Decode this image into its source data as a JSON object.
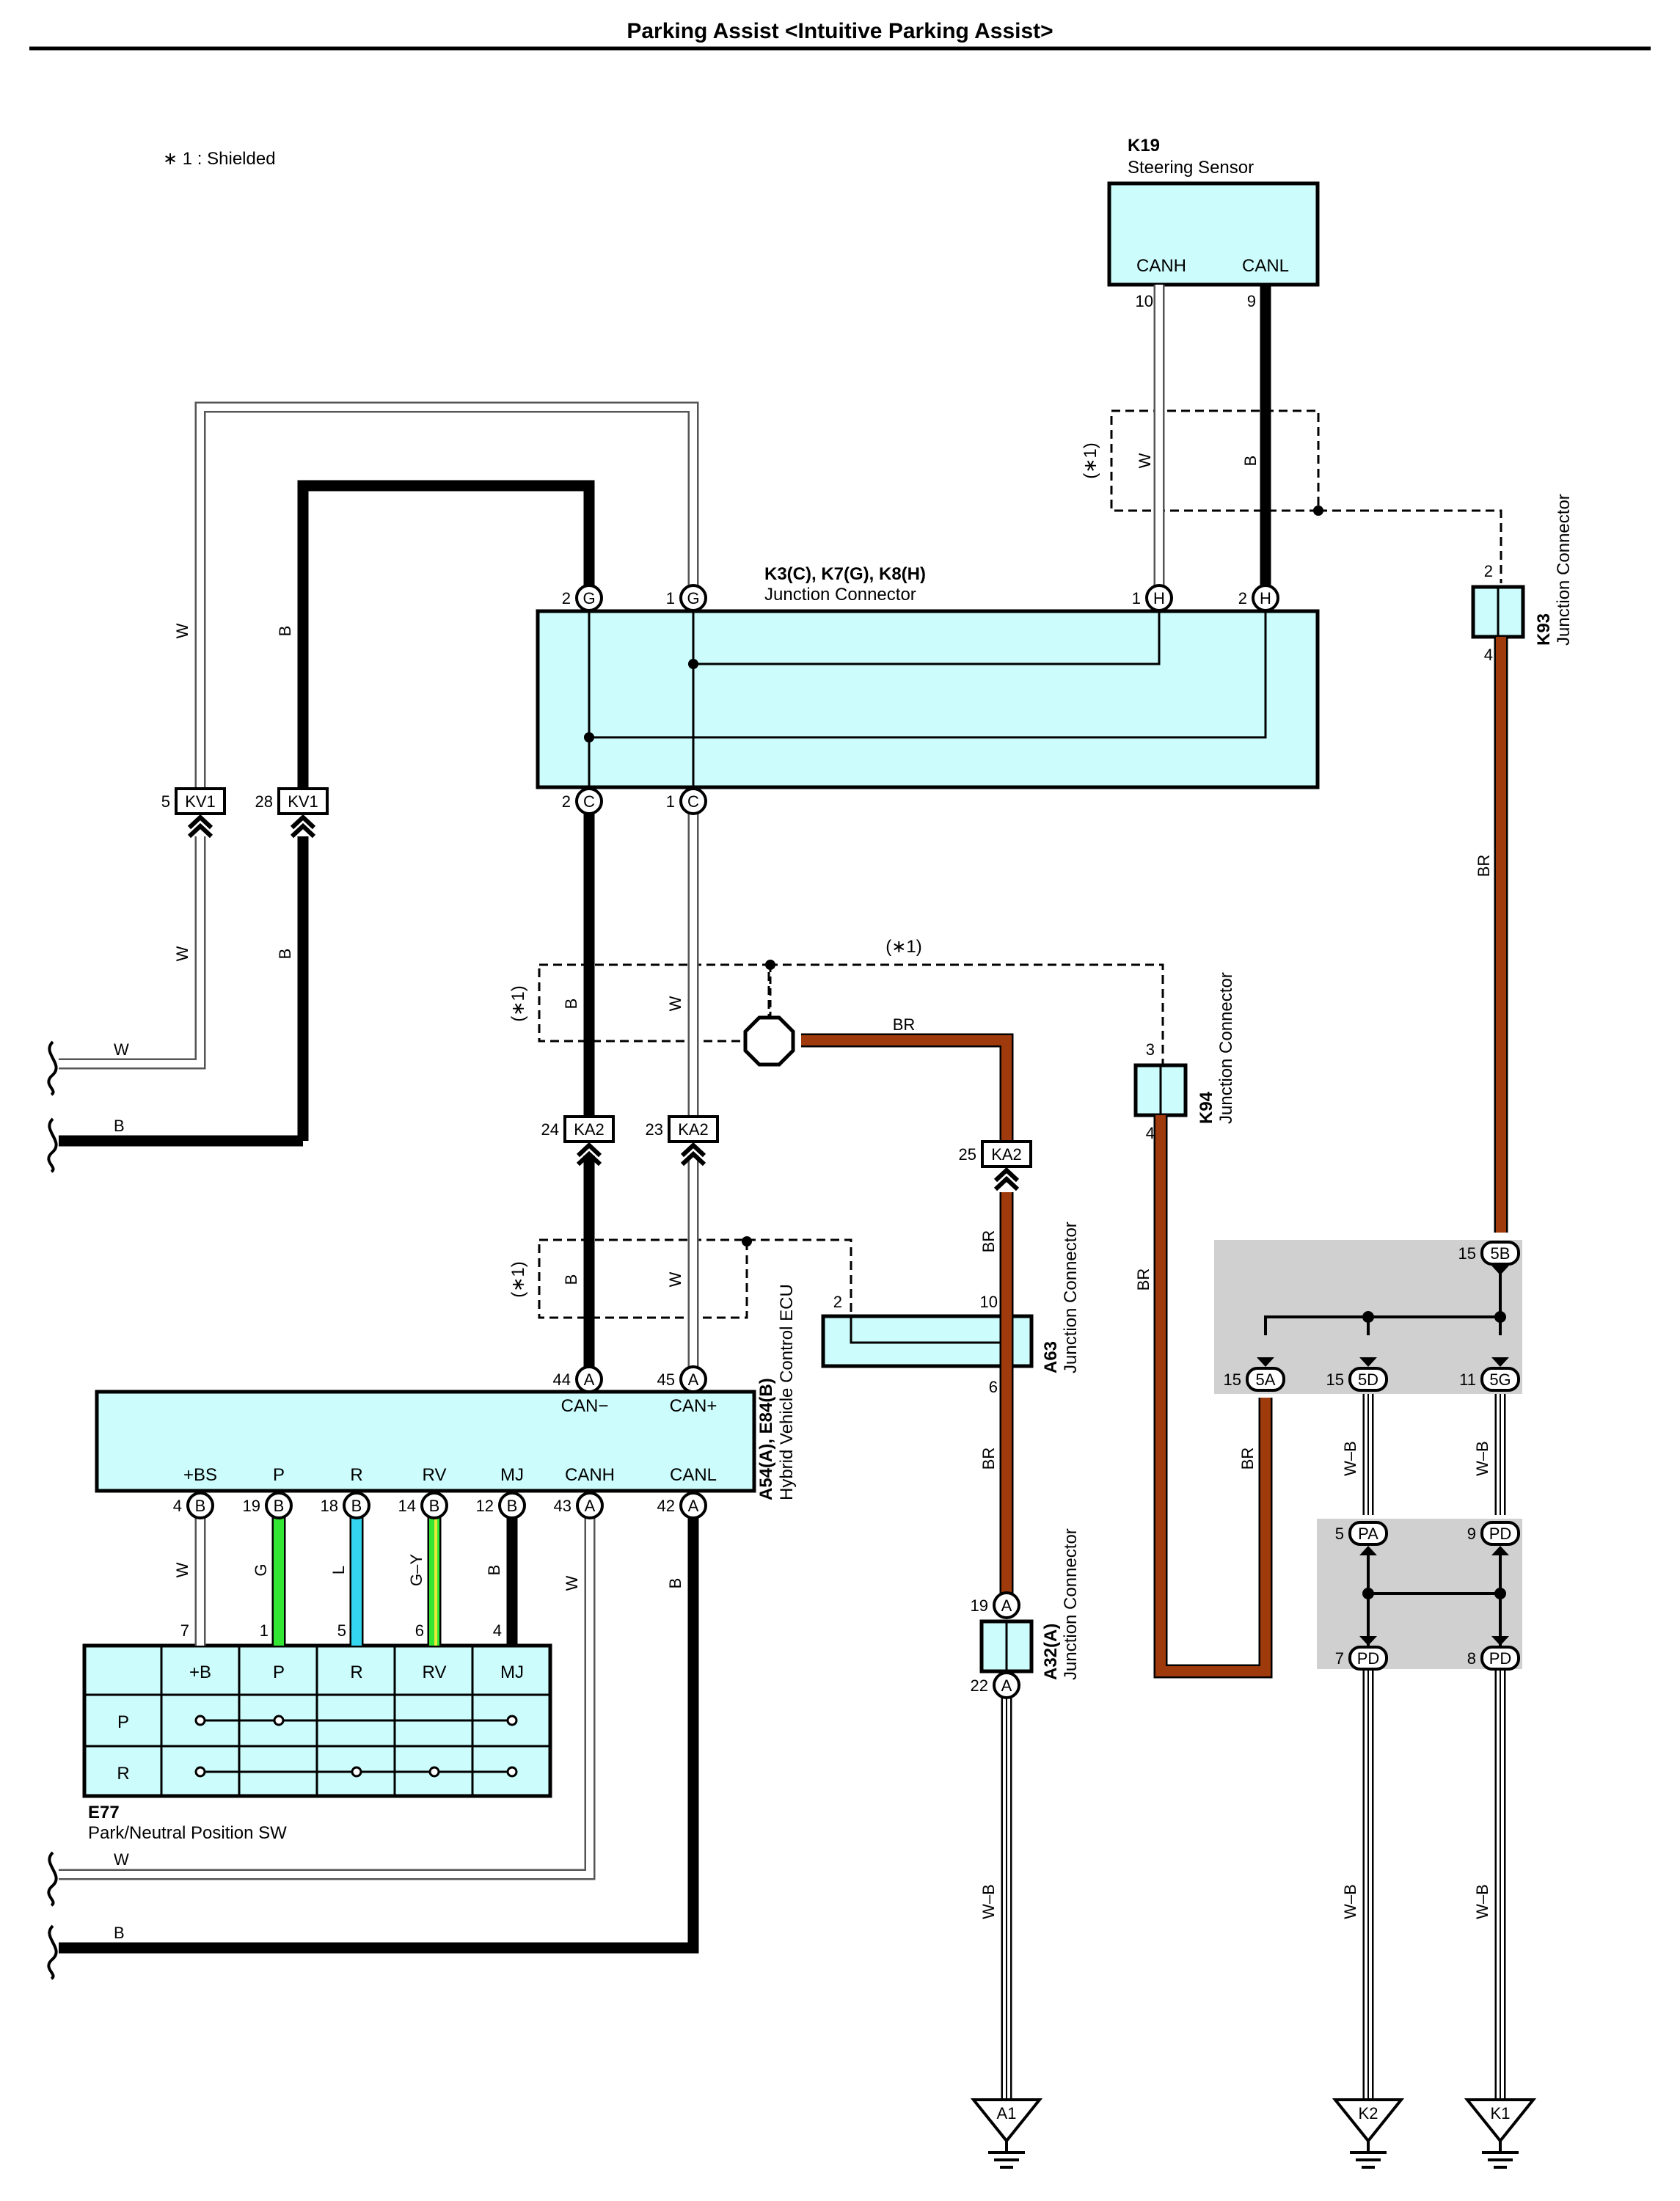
{
  "title": "Parking Assist <Intuitive Parking Assist>",
  "note": "∗ 1 : Shielded",
  "shield_label": "(∗1)",
  "components": {
    "k19": {
      "code": "K19",
      "name": "Steering Sensor",
      "terminals": [
        "CANH",
        "CANL"
      ],
      "pins": [
        "10",
        "9"
      ]
    },
    "k3": {
      "code": "K3(C), K7(G), K8(H)",
      "name": "Junction Connector",
      "top_pins": [
        {
          "num": "2",
          "letter": "G"
        },
        {
          "num": "1",
          "letter": "G"
        },
        {
          "num": "1",
          "letter": "H"
        },
        {
          "num": "2",
          "letter": "H"
        }
      ],
      "bottom_pins": [
        {
          "num": "2",
          "letter": "C"
        },
        {
          "num": "1",
          "letter": "C"
        }
      ]
    },
    "k93": {
      "code": "K93",
      "name": "Junction Connector",
      "pins": [
        "2",
        "4"
      ]
    },
    "k94": {
      "code": "K94",
      "name": "Junction Connector",
      "pins": [
        "3",
        "4"
      ]
    },
    "a63": {
      "code": "A63",
      "name": "Junction Connector",
      "pins": [
        "2",
        "10",
        "6"
      ]
    },
    "a32": {
      "code": "A32(A)",
      "name": "Junction Connector",
      "pins": [
        {
          "num": "19",
          "letter": "A"
        },
        {
          "num": "22",
          "letter": "A"
        }
      ]
    },
    "ecu": {
      "code": "A54(A), E84(B)",
      "name": "Hybrid Vehicle Control ECU",
      "top_pins": [
        {
          "num": "44",
          "letter": "A",
          "label": "CAN−"
        },
        {
          "num": "45",
          "letter": "A",
          "label": "CAN+"
        }
      ],
      "bottom_pins": [
        {
          "num": "4",
          "letter": "B",
          "label": "+BS"
        },
        {
          "num": "19",
          "letter": "B",
          "label": "P"
        },
        {
          "num": "18",
          "letter": "B",
          "label": "R"
        },
        {
          "num": "14",
          "letter": "B",
          "label": "RV"
        },
        {
          "num": "12",
          "letter": "B",
          "label": "MJ"
        },
        {
          "num": "43",
          "letter": "A",
          "label": "CANH"
        },
        {
          "num": "42",
          "letter": "A",
          "label": "CANL"
        }
      ]
    },
    "e77": {
      "code": "E77",
      "name": "Park/Neutral Position SW",
      "columns": [
        "+B",
        "P",
        "R",
        "RV",
        "MJ"
      ],
      "rows": [
        "P",
        "R"
      ],
      "pins": [
        "7",
        "1",
        "5",
        "6",
        "4"
      ]
    }
  },
  "connectors": {
    "kv1": {
      "name": "KV1",
      "pins": [
        "5",
        "28"
      ]
    },
    "ka2": {
      "name": "KA2",
      "pins": [
        "24",
        "23",
        "25"
      ]
    }
  },
  "junctions": {
    "j5b": {
      "num": "15",
      "name": "5B"
    },
    "j5a": {
      "num": "15",
      "name": "5A"
    },
    "j5d": {
      "num": "15",
      "name": "5D"
    },
    "j5g": {
      "num": "11",
      "name": "5G"
    },
    "jpa": {
      "num": "5",
      "name": "PA"
    },
    "jpd1": {
      "num": "9",
      "name": "PD"
    },
    "jpd2": {
      "num": "7",
      "name": "PD"
    },
    "jpd3": {
      "num": "8",
      "name": "PD"
    }
  },
  "grounds": [
    "A1",
    "K2",
    "K1"
  ],
  "wire_colors": {
    "W": "W",
    "B": "B",
    "BR": "BR",
    "G": "G",
    "L": "L",
    "GY": "G–Y",
    "WB": "W–B"
  },
  "colors": {
    "component_fill": "#ccfcfc",
    "br_wire": "#9e3a0c",
    "g_wire": "#33e633",
    "l_wire": "#33d5f0",
    "gy_wire_yellow": "#e8e838",
    "junction_block": "#d0d0d0"
  }
}
